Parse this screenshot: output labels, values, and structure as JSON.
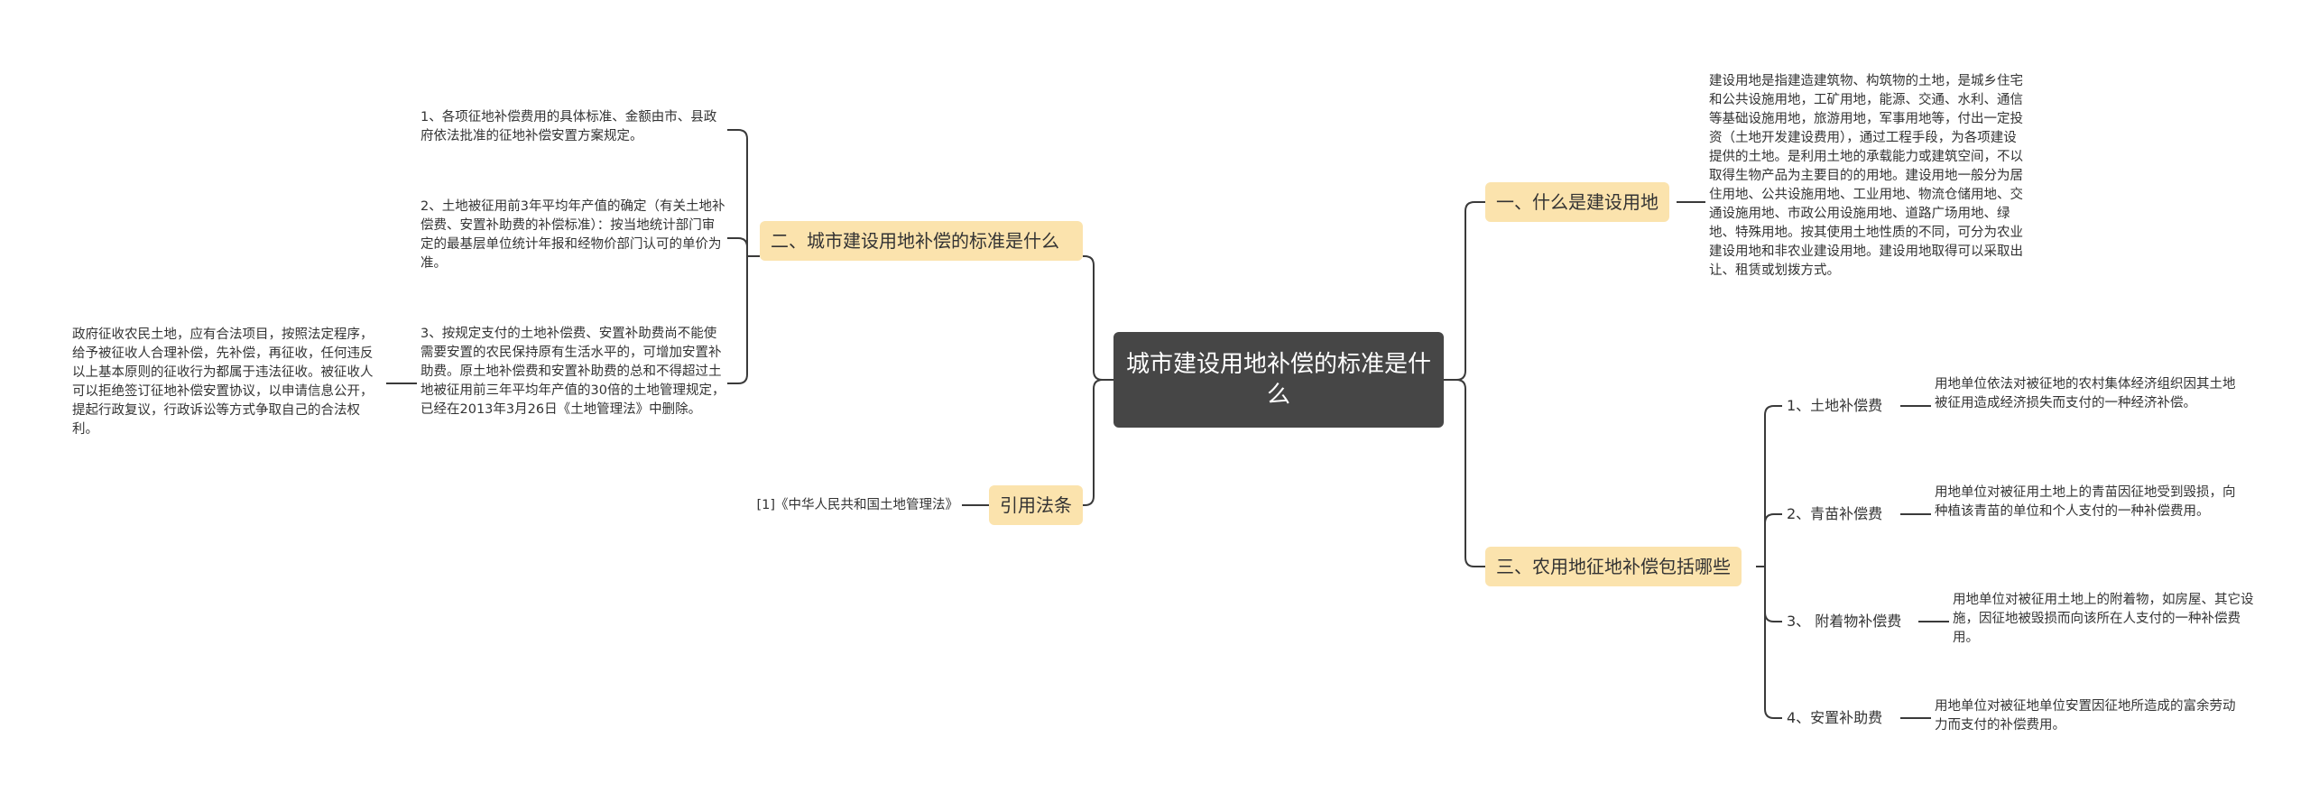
{
  "root": {
    "label": "城市建设用地补偿的标准是什么"
  },
  "right": {
    "definition": {
      "label": "一、什么是建设用地",
      "text": "建设用地是指建造建筑物、构筑物的土地，是城乡住宅和公共设施用地，工矿用地，能源、交通、水利、通信等基础设施用地，旅游用地，军事用地等，付出一定投资（土地开发建设费用），通过工程手段，为各项建设提供的土地。是利用土地的承载能力或建筑空间，不以取得生物产品为主要目的的用地。建设用地一般分为居住用地、公共设施用地、工业用地、物流仓储用地、交通设施用地、市政公用设施用地、道路广场用地、绿地、特殊用地。按其使用土地性质的不同，可分为农业建设用地和非农业建设用地。建设用地取得可以采取出让、租赁或划拨方式。"
    },
    "compensation": {
      "label": "三、农用地征地补偿包括哪些",
      "items": [
        {
          "label": "1、土地补偿费",
          "text": "用地单位依法对被征地的农村集体经济组织因其土地被征用造成经济损失而支付的一种经济补偿。"
        },
        {
          "label": "2、青苗补偿费",
          "text": "用地单位对被征用土地上的青苗因征地受到毁损，向种植该青苗的单位和个人支付的一种补偿费用。"
        },
        {
          "label": "3、 附着物补偿费",
          "text": "用地单位对被征用土地上的附着物，如房屋、其它设施，因征地被毁损而向该所在人支付的一种补偿费用。"
        },
        {
          "label": "4、安置补助费",
          "text": "用地单位对被征地单位安置因征地所造成的富余劳动力而支付的补偿费用。"
        }
      ]
    }
  },
  "left": {
    "standards": {
      "label": "二、城市建设用地补偿的标准是什么",
      "items": [
        {
          "text": "1、各项征地补偿费用的具体标准、金额由市、县政府依法批准的征地补偿安置方案规定。"
        },
        {
          "text": "2、土地被征用前3年平均年产值的确定（有关土地补偿费、安置补助费的补偿标准）：按当地统计部门审定的最基层单位统计年报和经物价部门认可的单价为准。"
        },
        {
          "text": "3、按规定支付的土地补偿费、安置补助费尚不能使需要安置的农民保持原有生活水平的，可增加安置补助费。原土地补偿费和安置补助费的总和不得超过土地被征用前三年平均年产值的30倍的土地管理规定，已经在2013年3月26日《土地管理法》中删除。"
        }
      ],
      "note": "政府征收农民土地，应有合法项目，按照法定程序，给予被征收人合理补偿，先补偿，再征收，任何违反以上基本原则的征收行为都属于违法征收。被征收人可以拒绝签订征地补偿安置协议，以申请信息公开，提起行政复议，行政诉讼等方式争取自己的合法权利。"
    },
    "citation": {
      "label": "引用法条",
      "items": [
        {
          "text": "[1]《中华人民共和国土地管理法》"
        }
      ]
    }
  },
  "colors": {
    "root_bg": "#464646",
    "branch_bg": "#fbe3ad",
    "line": "#3a3a3a",
    "text": "#333333"
  }
}
